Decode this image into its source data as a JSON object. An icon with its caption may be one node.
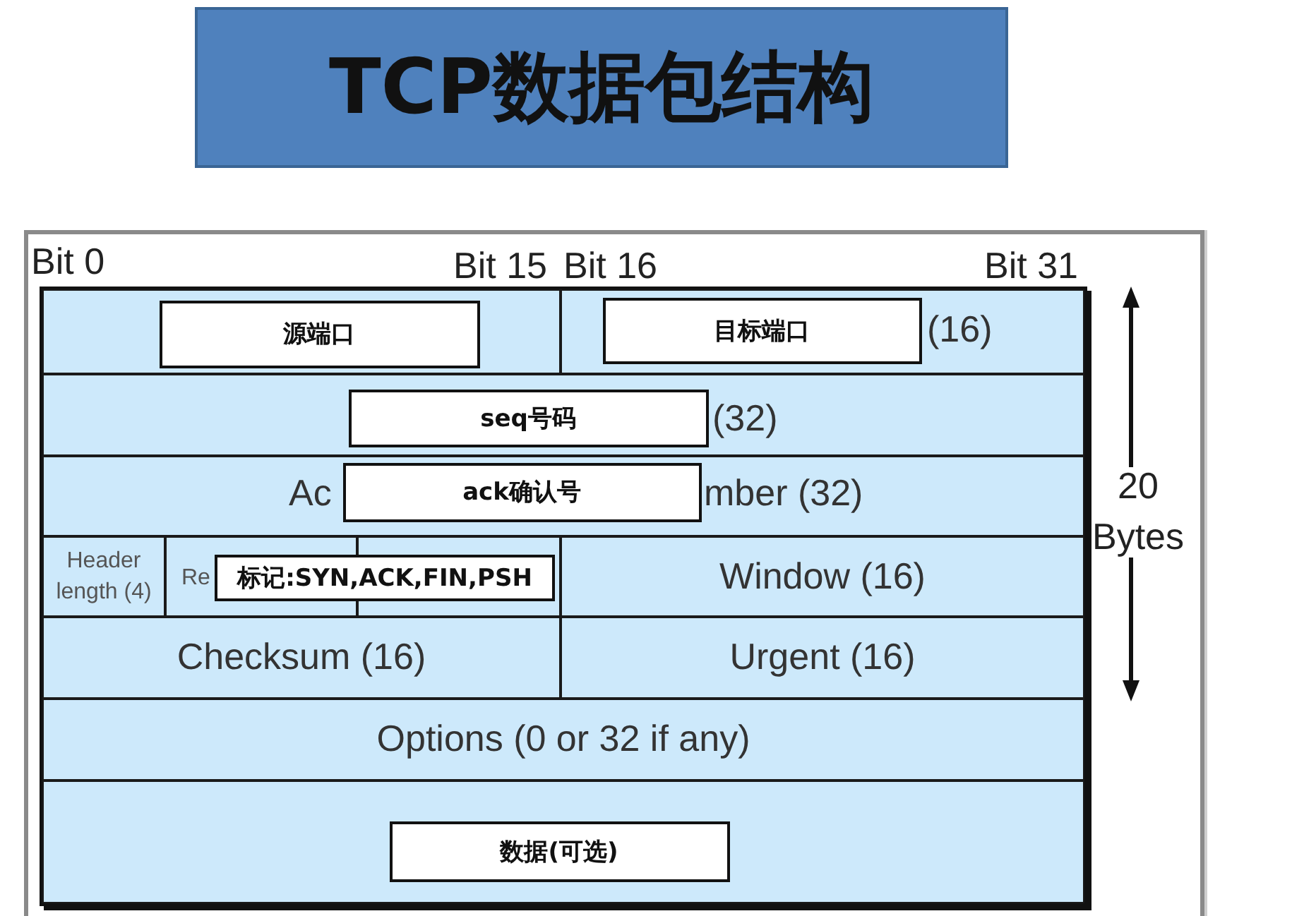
{
  "diagram": {
    "title": "TCP数据包结构",
    "nodes": [
      {
        "text": [],
        "shape": "box"
      },
      {
        "text": [
          "源端口"
        ],
        "in": 0
      },
      {
        "text": [
          "(16)"
        ]
      },
      {
        "text": [
          "目标端口"
        ],
        "in": 2
      },
      {
        "text": [
          "(32)"
        ]
      },
      {
        "text": [
          "seq号码"
        ],
        "in": 4
      },
      {
        "text": [
          "Ac",
          "mber (32)"
        ]
      },
      {
        "text": [
          "ack确认号"
        ],
        "in": 6
      },
      {
        "text": [
          "Header length (4)"
        ]
      },
      {
        "text": [
          "Re"
        ]
      },
      {
        "text": [],
        "shape": "box"
      },
      {
        "text": [
          "标记:SYN,ACK,FIN,PSH"
        ]
      },
      {
        "text": [
          "Window (16)"
        ]
      },
      {
        "text": [
          "Checksum (16)"
        ]
      },
      {
        "text": [
          "Urgent (16)"
        ]
      },
      {
        "text": [
          "Options (0 or 32 if any)"
        ]
      },
      {
        "text": [],
        "shape": "box"
      },
      {
        "text": [
          "数据(可选)"
        ],
        "in": 16
      }
    ],
    "labels": [
      "Bit 0",
      "Bit 15",
      "Bit 16",
      "Bit 31",
      "20 Bytes"
    ]
  }
}
